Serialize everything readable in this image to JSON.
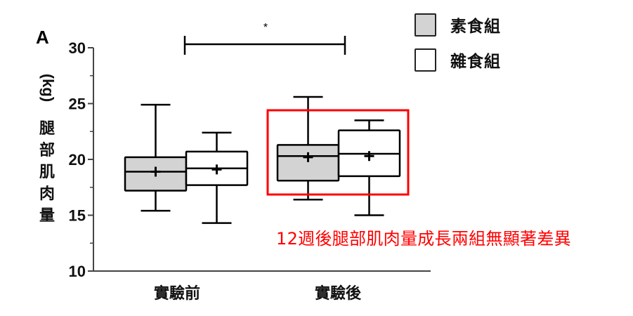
{
  "chart_data": {
    "type": "box",
    "panel_label": "A",
    "title": "",
    "ylabel_unit": "(kg)",
    "ylabel": "腿部肌肉量",
    "xlabel": "",
    "ylim": [
      10,
      30
    ],
    "yticks": [
      10,
      15,
      20,
      25,
      30
    ],
    "yminor_ticks": [
      12.5,
      17.5,
      22.5,
      27.5
    ],
    "categories": [
      "實驗前",
      "實驗後"
    ],
    "legend": [
      {
        "name": "素食組",
        "fill": "#d3d3d3"
      },
      {
        "name": "雜食組",
        "fill": "#ffffff"
      }
    ],
    "series": [
      {
        "name": "素食組",
        "fill": "#d3d3d3",
        "boxes": [
          {
            "category": "實驗前",
            "min": 15.4,
            "q1": 17.2,
            "median": 18.9,
            "q3": 20.2,
            "max": 24.9,
            "mean": 18.9
          },
          {
            "category": "實驗後",
            "min": 16.4,
            "q1": 18.1,
            "median": 20.3,
            "q3": 21.3,
            "max": 25.6,
            "mean": 20.2
          }
        ]
      },
      {
        "name": "雜食組",
        "fill": "#ffffff",
        "boxes": [
          {
            "category": "實驗前",
            "min": 14.3,
            "q1": 17.7,
            "median": 19.2,
            "q3": 20.7,
            "max": 22.4,
            "mean": 19.1
          },
          {
            "category": "實驗後",
            "min": 15.0,
            "q1": 18.5,
            "median": 20.5,
            "q3": 22.6,
            "max": 23.5,
            "mean": 20.3
          }
        ]
      }
    ],
    "significance": {
      "from": "素食組 實驗前",
      "to": "素食組 實驗後",
      "label": "*"
    },
    "highlight": {
      "category": "實驗後",
      "color": "#ff0000"
    },
    "annotation": {
      "text": "12週後腿部肌肉量成長兩組無顯著差異",
      "color": "#ff0000"
    },
    "grid": false,
    "legend_position": "top-right"
  }
}
